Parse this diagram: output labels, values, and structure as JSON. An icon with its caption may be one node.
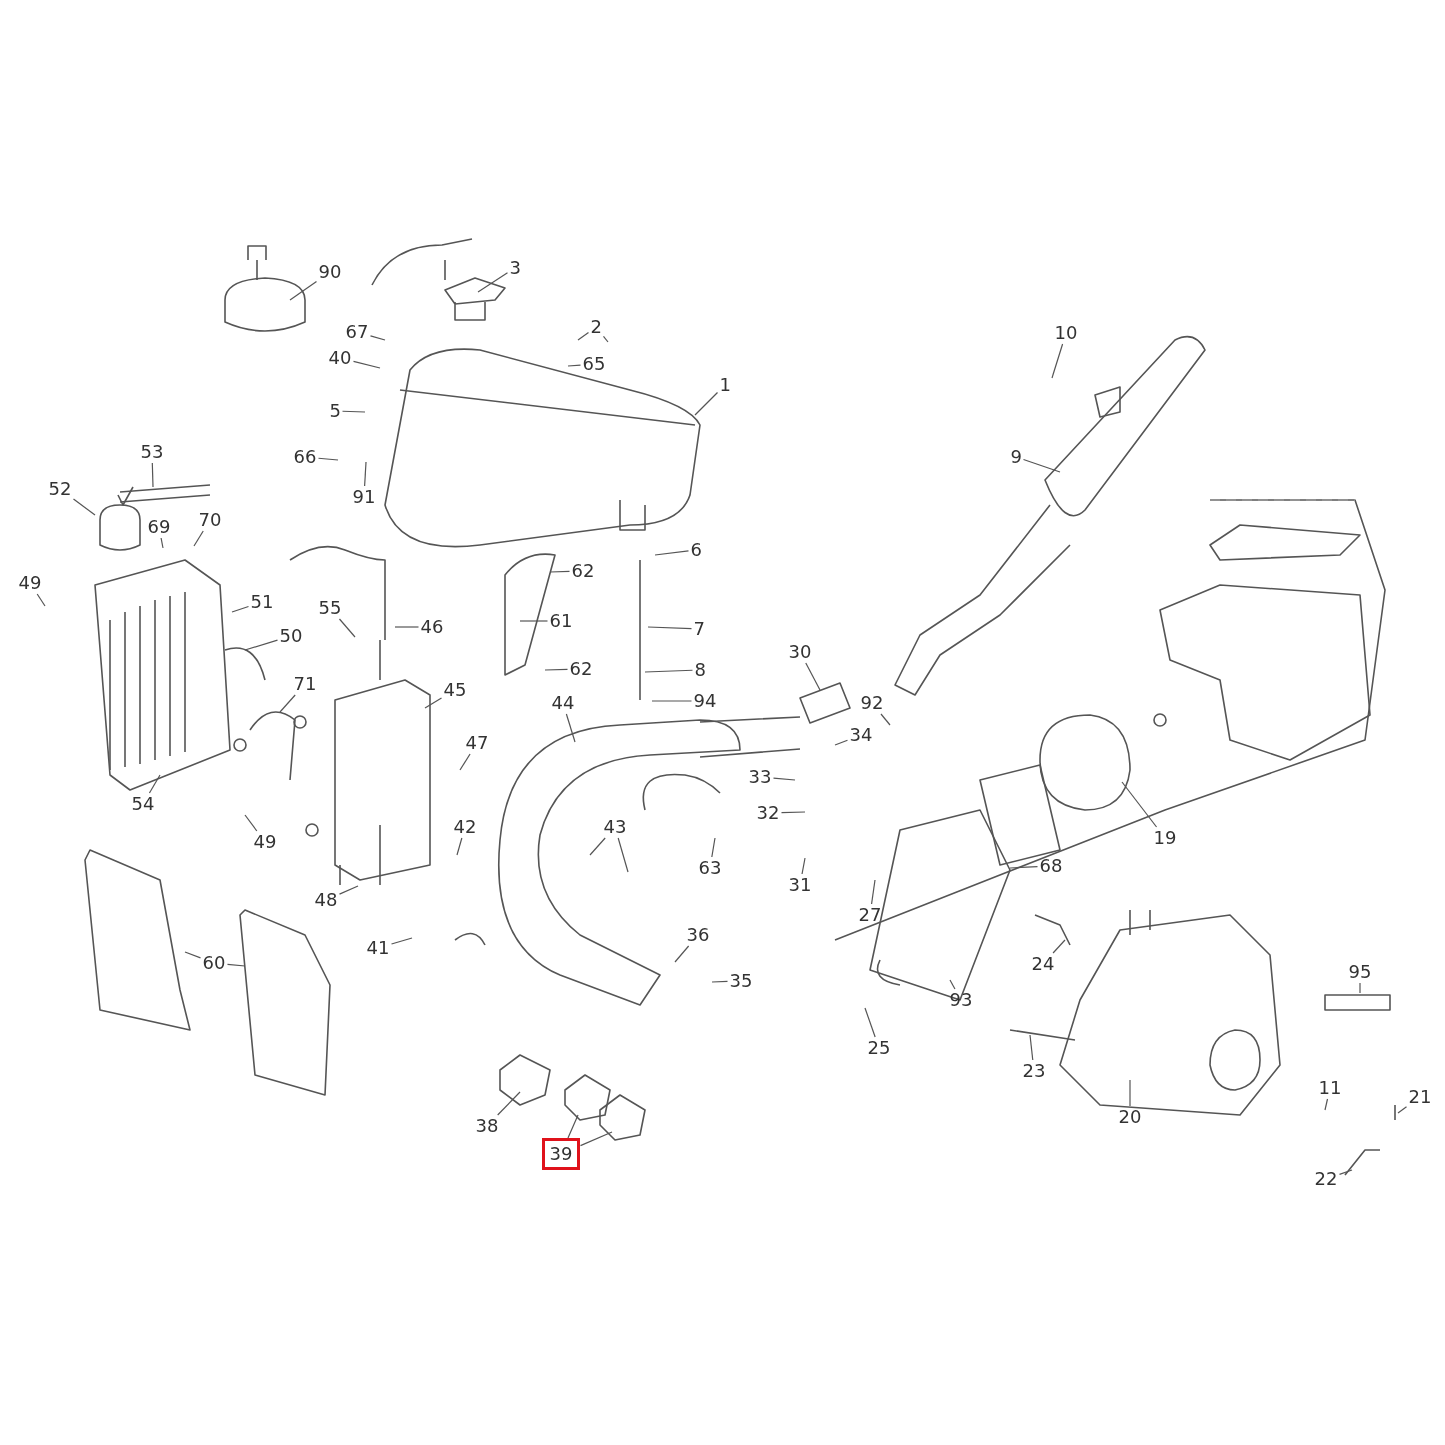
{
  "diagram": {
    "nodes": [
      {
        "text": [
          "90"
        ]
      },
      {
        "text": [
          "3"
        ]
      },
      {
        "text": [
          "67"
        ]
      },
      {
        "text": [
          "40"
        ]
      },
      {
        "text": [
          "2"
        ]
      },
      {
        "text": [
          "65"
        ]
      },
      {
        "text": [
          "1"
        ]
      },
      {
        "text": [
          "5"
        ]
      },
      {
        "text": [
          "66"
        ]
      },
      {
        "text": [
          "91"
        ]
      },
      {
        "text": [
          "53"
        ]
      },
      {
        "text": [
          "52"
        ]
      },
      {
        "text": [
          "69"
        ]
      },
      {
        "text": [
          "70"
        ]
      },
      {
        "text": [
          "49"
        ]
      },
      {
        "text": [
          "51"
        ]
      },
      {
        "text": [
          "50"
        ]
      },
      {
        "text": [
          "55"
        ]
      },
      {
        "text": [
          "46"
        ]
      },
      {
        "text": [
          "62"
        ]
      },
      {
        "text": [
          "61"
        ]
      },
      {
        "text": [
          "62"
        ]
      },
      {
        "text": [
          "6"
        ]
      },
      {
        "text": [
          "7"
        ]
      },
      {
        "text": [
          "8"
        ]
      },
      {
        "text": [
          "94"
        ]
      },
      {
        "text": [
          "71"
        ]
      },
      {
        "text": [
          "45"
        ]
      },
      {
        "text": [
          "44"
        ]
      },
      {
        "text": [
          "54"
        ]
      },
      {
        "text": [
          "49"
        ]
      },
      {
        "text": [
          "47"
        ]
      },
      {
        "text": [
          "42"
        ]
      },
      {
        "text": [
          "43"
        ]
      },
      {
        "text": [
          "63"
        ]
      },
      {
        "text": [
          "48"
        ]
      },
      {
        "text": [
          "41"
        ]
      },
      {
        "text": [
          "60"
        ]
      },
      {
        "text": [
          "36"
        ]
      },
      {
        "text": [
          "35"
        ]
      },
      {
        "text": [
          "38"
        ]
      },
      {
        "text": [
          "39"
        ]
      },
      {
        "text": [
          "30"
        ]
      },
      {
        "text": [
          "92"
        ]
      },
      {
        "text": [
          "34"
        ]
      },
      {
        "text": [
          "33"
        ]
      },
      {
        "text": [
          "32"
        ]
      },
      {
        "text": [
          "31"
        ]
      },
      {
        "text": [
          "27"
        ]
      },
      {
        "text": [
          "68"
        ]
      },
      {
        "text": [
          "19"
        ]
      },
      {
        "text": [
          "9"
        ]
      },
      {
        "text": [
          "10"
        ]
      },
      {
        "text": [
          "93"
        ]
      },
      {
        "text": [
          "25"
        ]
      },
      {
        "text": [
          "24"
        ]
      },
      {
        "text": [
          "95"
        ]
      },
      {
        "text": [
          "23"
        ]
      },
      {
        "text": [
          "20"
        ]
      },
      {
        "text": [
          "11"
        ]
      },
      {
        "text": [
          "21"
        ]
      },
      {
        "text": [
          "22"
        ]
      }
    ],
    "edges": [
      {
        "from": 0,
        "to": null,
        "arrow": "none"
      },
      {
        "from": 1,
        "to": null,
        "arrow": "none"
      },
      {
        "from": 2,
        "to": null,
        "arrow": "none"
      },
      {
        "from": 3,
        "to": null,
        "arrow": "none"
      },
      {
        "from": 4,
        "to": null,
        "arrow": "none"
      },
      {
        "from": 4,
        "to": null,
        "arrow": "none"
      },
      {
        "from": 5,
        "to": null,
        "arrow": "none"
      },
      {
        "from": 6,
        "to": null,
        "arrow": "none"
      },
      {
        "from": 7,
        "to": null,
        "arrow": "none"
      },
      {
        "from": 8,
        "to": null,
        "arrow": "none"
      },
      {
        "from": 9,
        "to": null,
        "arrow": "none"
      },
      {
        "from": 10,
        "to": null,
        "arrow": "none"
      },
      {
        "from": 11,
        "to": null,
        "arrow": "none"
      },
      {
        "from": 12,
        "to": null,
        "arrow": "none"
      },
      {
        "from": 13,
        "to": null,
        "arrow": "none"
      },
      {
        "from": 14,
        "to": null,
        "arrow": "none"
      },
      {
        "from": 15,
        "to": null,
        "arrow": "none"
      },
      {
        "from": 16,
        "to": null,
        "arrow": "none"
      },
      {
        "from": 17,
        "to": null,
        "arrow": "none"
      },
      {
        "from": 18,
        "to": null,
        "arrow": "none"
      },
      {
        "from": 19,
        "to": null,
        "arrow": "none"
      },
      {
        "from": 20,
        "to": null,
        "arrow": "none"
      },
      {
        "from": 21,
        "to": null,
        "arrow": "none"
      },
      {
        "from": 22,
        "to": null,
        "arrow": "none"
      },
      {
        "from": 23,
        "to": null,
        "arrow": "none"
      },
      {
        "from": 24,
        "to": null,
        "arrow": "none"
      },
      {
        "from": 25,
        "to": null,
        "arrow": "none"
      },
      {
        "from": 26,
        "to": null,
        "arrow": "none"
      },
      {
        "from": 27,
        "to": null,
        "arrow": "none"
      },
      {
        "from": 28,
        "to": null,
        "arrow": "none"
      },
      {
        "from": 29,
        "to": null,
        "arrow": "none"
      },
      {
        "from": 30,
        "to": null,
        "arrow": "none"
      },
      {
        "from": 31,
        "to": null,
        "arrow": "none"
      },
      {
        "from": 32,
        "to": null,
        "arrow": "none"
      },
      {
        "from": 33,
        "to": null,
        "arrow": "none"
      },
      {
        "from": 33,
        "to": null,
        "arrow": "none"
      },
      {
        "from": 34,
        "to": null,
        "arrow": "none"
      },
      {
        "from": 35,
        "to": null,
        "arrow": "none"
      },
      {
        "from": 36,
        "to": null,
        "arrow": "none"
      },
      {
        "from": 37,
        "to": null,
        "arrow": "none"
      },
      {
        "from": 37,
        "to": null,
        "arrow": "none"
      },
      {
        "from": 38,
        "to": null,
        "arrow": "none"
      },
      {
        "from": 39,
        "to": null,
        "arrow": "none"
      },
      {
        "from": 40,
        "to": null,
        "arrow": "none"
      },
      {
        "from": 41,
        "to": null,
        "arrow": "none"
      },
      {
        "from": 41,
        "to": null,
        "arrow": "none"
      },
      {
        "from": 42,
        "to": null,
        "arrow": "none"
      },
      {
        "from": 43,
        "to": null,
        "arrow": "none"
      },
      {
        "from": 44,
        "to": null,
        "arrow": "none"
      },
      {
        "from": 45,
        "to": null,
        "arrow": "none"
      },
      {
        "from": 46,
        "to": null,
        "arrow": "none"
      },
      {
        "from": 47,
        "to": null,
        "arrow": "none"
      },
      {
        "from": 48,
        "to": null,
        "arrow": "none"
      },
      {
        "from": 49,
        "to": null,
        "arrow": "none"
      },
      {
        "from": 50,
        "to": null,
        "arrow": "none"
      },
      {
        "from": 51,
        "to": null,
        "arrow": "none"
      },
      {
        "from": 52,
        "to": null,
        "arrow": "none"
      },
      {
        "from": 53,
        "to": null,
        "arrow": "none"
      },
      {
        "from": 54,
        "to": null,
        "arrow": "none"
      },
      {
        "from": 55,
        "to": null,
        "arrow": "none"
      },
      {
        "from": 56,
        "to": null,
        "arrow": "none"
      },
      {
        "from": 57,
        "to": null,
        "arrow": "none"
      },
      {
        "from": 58,
        "to": null,
        "arrow": "none"
      },
      {
        "from": 59,
        "to": null,
        "arrow": "none"
      },
      {
        "from": 60,
        "to": null,
        "arrow": "none"
      },
      {
        "from": 61,
        "to": null,
        "arrow": "none"
      }
    ]
  }
}
